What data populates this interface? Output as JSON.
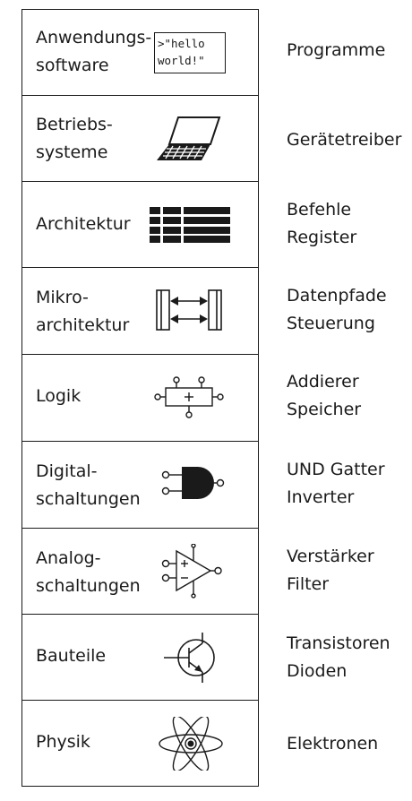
{
  "levels": [
    {
      "name_lines": [
        "Anwendungs-",
        "software"
      ],
      "icon": "hello-world-code-box-icon",
      "code_lines": [
        ">\"hello",
        "world!\""
      ],
      "examples": [
        "Programme"
      ]
    },
    {
      "name_lines": [
        "Betriebs-",
        "systeme"
      ],
      "icon": "laptop-icon",
      "examples": [
        "Gerätetreiber"
      ]
    },
    {
      "name_lines": [
        "Architektur"
      ],
      "icon": "register-file-icon",
      "examples": [
        "Befehle",
        "Register"
      ]
    },
    {
      "name_lines": [
        "Mikro-",
        "architektur"
      ],
      "icon": "datapath-arrows-icon",
      "examples": [
        "Datenpfade",
        "Steuerung"
      ]
    },
    {
      "name_lines": [
        "Logik"
      ],
      "icon": "adder-block-icon",
      "examples": [
        "Addierer",
        "Speicher"
      ]
    },
    {
      "name_lines": [
        "Digital-",
        "schaltungen"
      ],
      "icon": "and-gate-icon",
      "examples": [
        "UND Gatter",
        "Inverter"
      ]
    },
    {
      "name_lines": [
        "Analog-",
        "schaltungen"
      ],
      "icon": "op-amp-icon",
      "examples": [
        "Verstärker",
        "Filter"
      ]
    },
    {
      "name_lines": [
        "Bauteile"
      ],
      "icon": "transistor-icon",
      "examples": [
        "Transistoren",
        "Dioden"
      ]
    },
    {
      "name_lines": [
        "Physik"
      ],
      "icon": "atom-icon",
      "examples": [
        "Elektronen"
      ]
    }
  ]
}
